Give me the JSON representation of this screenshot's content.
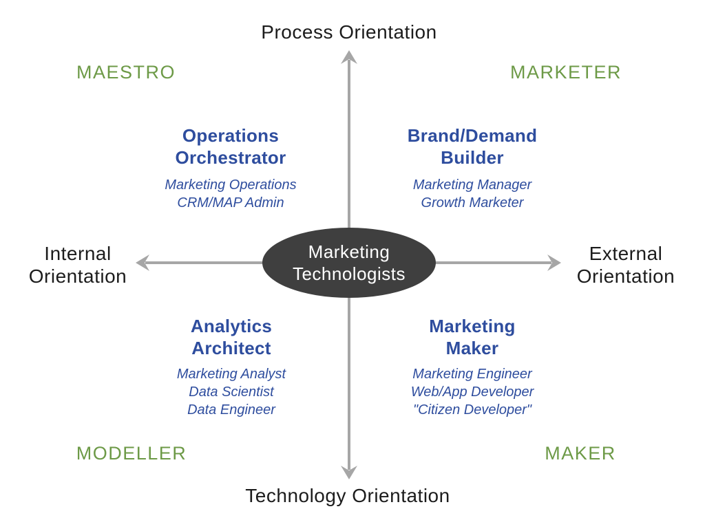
{
  "diagram": {
    "axis_labels": {
      "top": "Process Orientation",
      "bottom": "Technology Orientation",
      "left_line1": "Internal",
      "left_line2": "Orientation",
      "right_line1": "External",
      "right_line2": "Orientation"
    },
    "center": {
      "line1": "Marketing",
      "line2": "Technologists"
    },
    "corner_labels": {
      "top_left": "MAESTRO",
      "top_right": "MARKETER",
      "bottom_left": "MODELLER",
      "bottom_right": "MAKER"
    },
    "quadrants": {
      "top_left": {
        "title_line1": "Operations",
        "title_line2": "Orchestrator",
        "roles": [
          "Marketing Operations",
          "CRM/MAP Admin"
        ]
      },
      "top_right": {
        "title_line1": "Brand/Demand",
        "title_line2": "Builder",
        "roles": [
          "Marketing Manager",
          "Growth Marketer"
        ]
      },
      "bottom_left": {
        "title_line1": "Analytics",
        "title_line2": "Architect",
        "roles": [
          "Marketing Analyst",
          "Data Scientist",
          "Data Engineer"
        ]
      },
      "bottom_right": {
        "title_line1": "Marketing",
        "title_line2": "Maker",
        "roles": [
          "Marketing Engineer",
          "Web/App Developer",
          "\"Citizen Developer\""
        ]
      }
    },
    "colors": {
      "archetype_green": "#6d9a47",
      "role_blue": "#2e4d9e",
      "axis_gray": "#a6a6a6",
      "ellipse_dark": "#3f3f3f",
      "text_black": "#1c1c1c"
    }
  }
}
